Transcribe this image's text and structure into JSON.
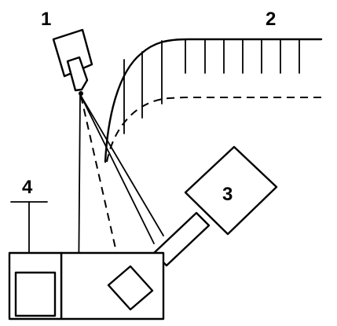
{
  "labels": {
    "item1": "1",
    "item2": "2",
    "item3": "3",
    "item4": "4"
  }
}
